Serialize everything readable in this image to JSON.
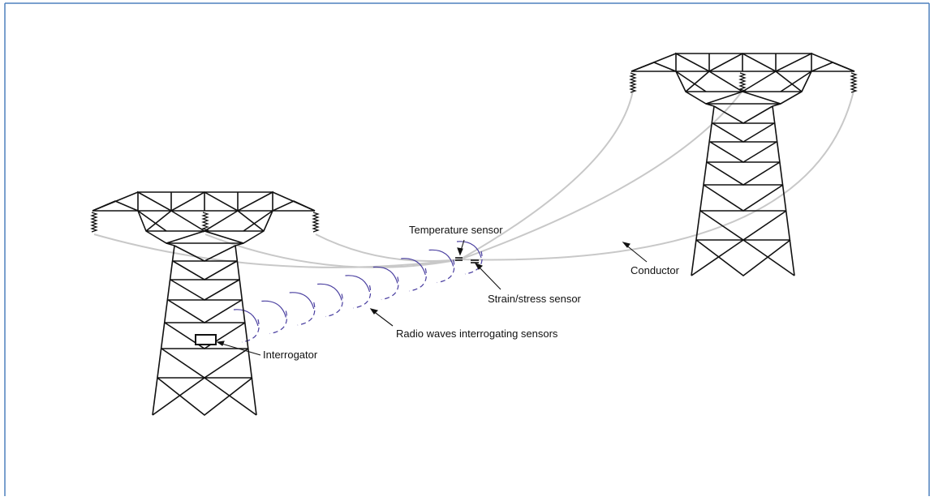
{
  "labels": {
    "temperature_sensor": "Temperature sensor",
    "strain_sensor": "Strain/stress sensor",
    "conductor": "Conductor",
    "radio_waves": "Radio waves interrogating sensors",
    "interrogator": "Interrogator"
  },
  "colors": {
    "frame_border": "#4f81bd",
    "tower": "#111111",
    "conductor_line": "#c8c8c8",
    "radio_wave": "#4a3fa0"
  },
  "icons": {
    "tower_left": "transmission-tower",
    "tower_right": "transmission-tower",
    "interrogator": "interrogator-box"
  }
}
